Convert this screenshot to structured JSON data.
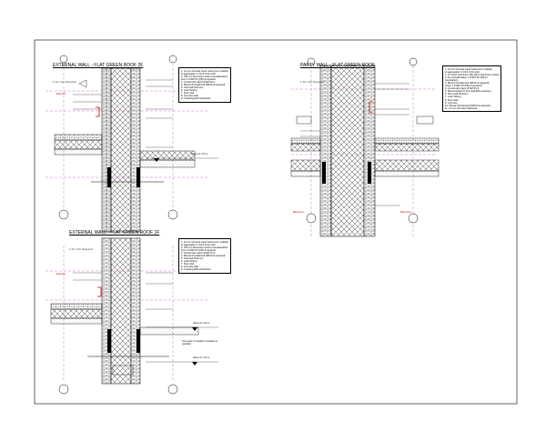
{
  "details": [
    {
      "title": "EXTERNAL WALL - FLAT GREEN ROOF 2F",
      "subtitle": "1:10 / Not Required",
      "red_label": "External",
      "level_label": "Above Ax +0.0 m",
      "notes": [
        "1. 12 mm Grimsite wood board (one multiple)",
        "   at aggregation in front of the duct",
        "2. 150 mm Aluminium (lower) transplantation",
        "   from 1.8 WD-XX (FB) AI squared",
        "3. Construction layer (FSM 5cm)",
        "4. Mineral Textrakoond (MF10 at squared)",
        "5. Grid wall Textroom",
        "6. Load Testing",
        "7. Floor slab",
        "8. Concrete slab",
        "9. 2 Sealing ED5 shall fastm"
      ]
    },
    {
      "title": "PARTY WALL - FLAT GREEN ROOF",
      "subtitle": "1:10 / Not Required",
      "red_label_left": "Basement",
      "red_label_right": "Basement",
      "notes": [
        "1. 12 mm Grimsite wood board (one multiple)",
        "   at aggregation in front of the duct",
        "2. 2x Lower Aluminium (fill) Minor Aluminium Gravel",
        "   in the transplantation 1.8 WD-XX (FB) AI",
        "   manufacture",
        "3. Mineral Textrakoond (MF10 at squared)",
        "   (lower 1.8 WD-XX (FB) AI squared)",
        "4. Construction layer (FSM 5cm)",
        "5. Mineral board 2x Fire (Fall Mine requires)",
        "6. Floor wall Textroom",
        "7. Load Testing",
        "8. Floor slab",
        "9. Concrete",
        "10. Mineral Textrakoond (MF10 at squared)",
        "11. 12 mm Grimsite Chipboard"
      ]
    },
    {
      "title": "EXTERNAL WALL - FLAT GREEN ROOF 1F",
      "subtitle": "1:10 / Not Required",
      "red_label": "External",
      "level_label_top": "Above Ax +0.0 m",
      "level_label_bottom": "Above Ax +0.0 m",
      "annotation": "Tree Layer of Insulation Insulation as specified",
      "notes": [
        "1. 12 mm Grimsite wood board (one multiple)",
        "   at aggregation in front of the duct",
        "2. 150 mm Aluminium (lower) transplantation",
        "   from 1.8 WD-XX (FB) AI squared",
        "3. Construction layer (FSM 5cm)",
        "4. Mineral Textrakoond (MF10 at squared)",
        "5. Grid wall Textroom",
        "6. Load Testing",
        "7. Floor slab",
        "8. Concrete slab",
        "9. 2 Sealing ED5 shall fastm"
      ]
    }
  ]
}
